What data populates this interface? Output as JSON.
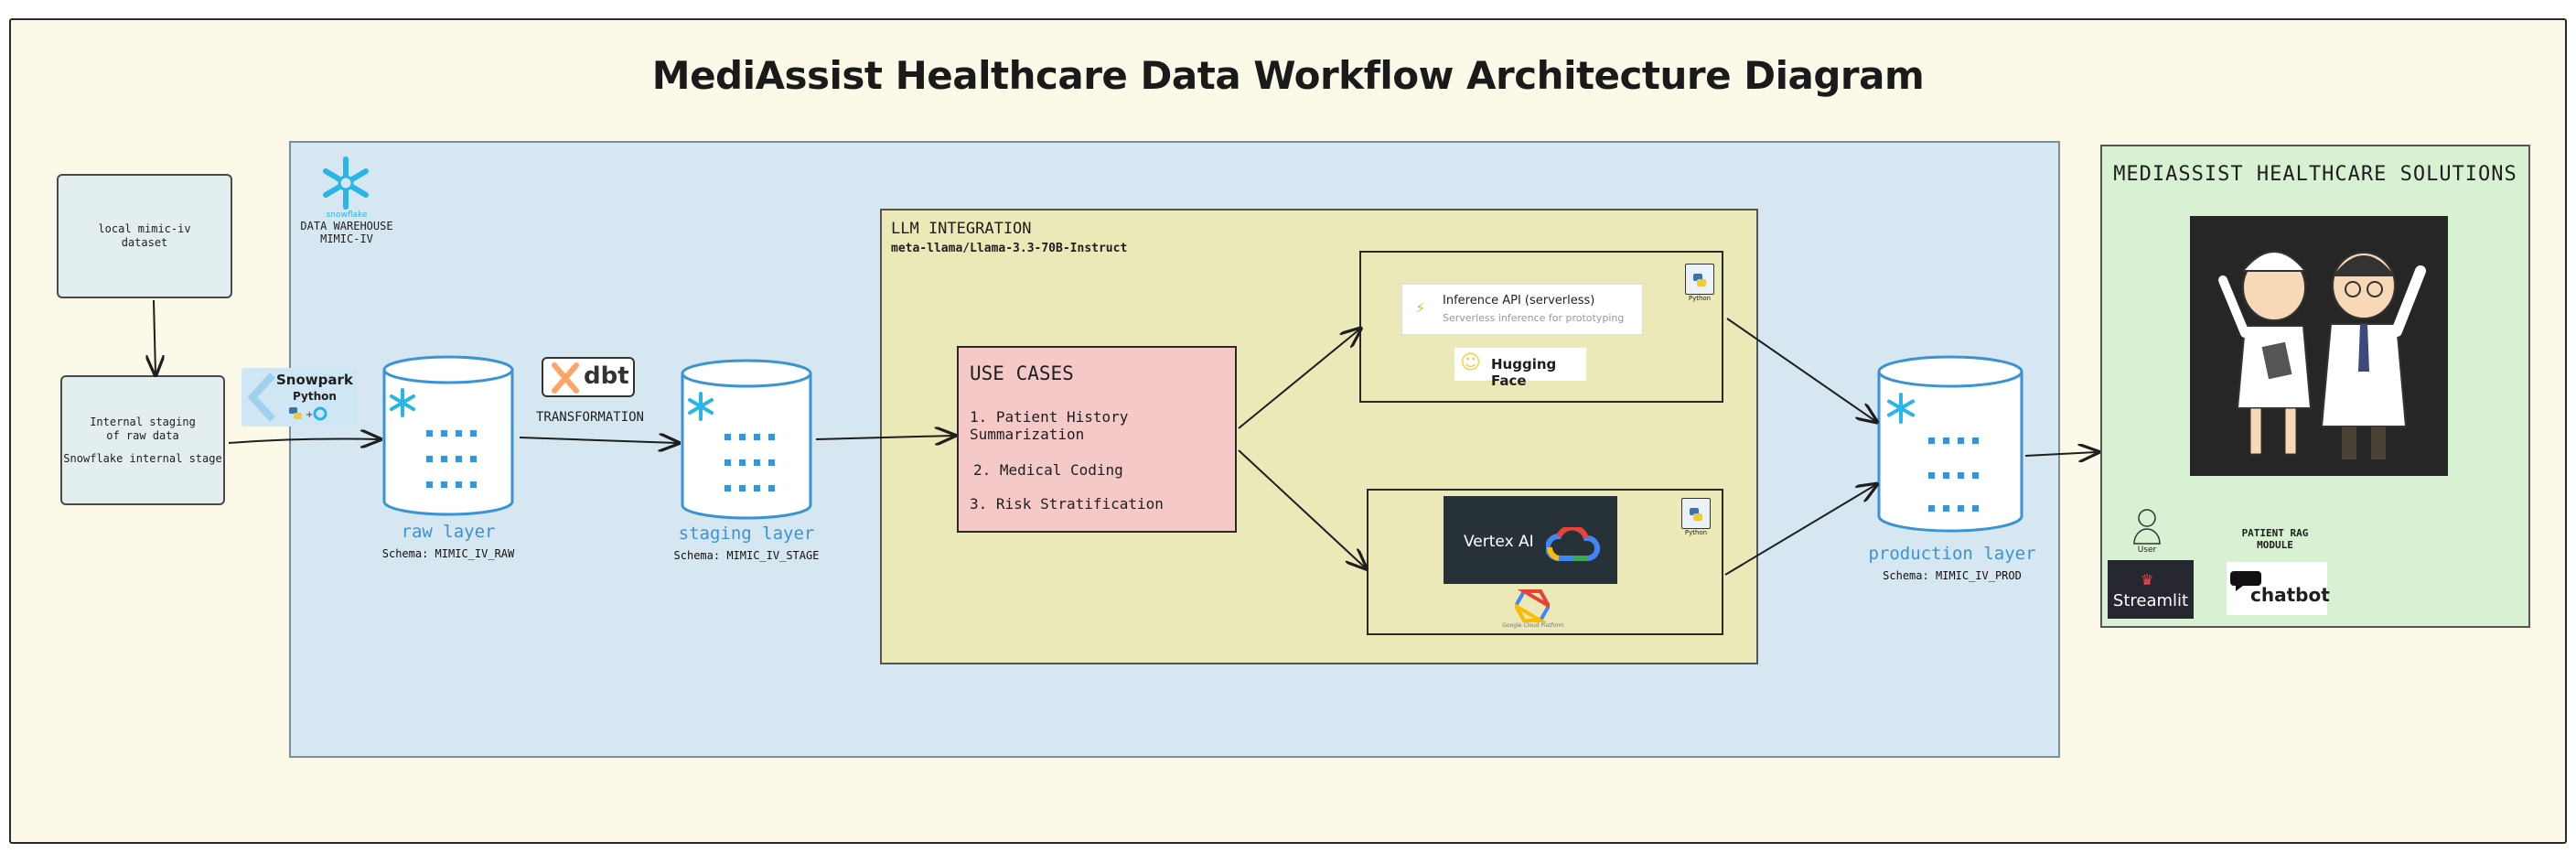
{
  "title": "MediAssist Healthcare Data Workflow Architecture Diagram",
  "source": {
    "label": "local mimic-iv dataset",
    "line1": "local mimic-iv",
    "line2": "dataset"
  },
  "staging_box": {
    "line1": "Internal staging",
    "line2": "of raw data",
    "line3": "Snowflake internal stage"
  },
  "snowflake_badge": {
    "brand": "snowflake",
    "line1": "DATA WAREHOUSE",
    "line2": "MIMIC-IV"
  },
  "snowpark": {
    "label": "Snowpark",
    "sublabel": "Python"
  },
  "dbt": {
    "logo_text": "dbt",
    "caption": "TRANSFORMATION"
  },
  "layers": {
    "raw": {
      "name": "raw layer",
      "schema": "Schema: MIMIC_IV_RAW"
    },
    "staging": {
      "name": "staging layer",
      "schema": "Schema: MIMIC_IV_STAGE"
    },
    "production": {
      "name": "production layer",
      "schema": "Schema: MIMIC_IV_PROD"
    }
  },
  "llm": {
    "heading": "LLM INTEGRATION",
    "model": "meta-llama/Llama-3.3-70B-Instruct"
  },
  "use_cases": {
    "heading": "USE CASES",
    "items": [
      "1. Patient History Summarization",
      "2. Medical Coding",
      "3. Risk Stratification"
    ]
  },
  "huggingface": {
    "api_title": "Inference API (serverless)",
    "api_sub": "Serverless inference for prototyping",
    "brand": "Hugging Face",
    "python_badge": "Python"
  },
  "vertex": {
    "label": "Vertex AI",
    "sub": "Google Cloud Platform",
    "python_badge": "Python"
  },
  "solutions": {
    "heading": "MEDIASSIST HEALTHCARE SOLUTIONS",
    "user_label": "User",
    "rag_line1": "PATIENT RAG",
    "rag_line2": "MODULE",
    "streamlit": "Streamlit",
    "chatbot": "chatbot"
  },
  "colors": {
    "frame_bg": "#fcf9e8",
    "warehouse_bg": "#d6e7f1",
    "llm_bg": "#ece9b9",
    "usecase_bg": "#f6c9c9",
    "solutions_bg": "#d8f1d2",
    "snowflake_blue": "#3a93d5"
  }
}
